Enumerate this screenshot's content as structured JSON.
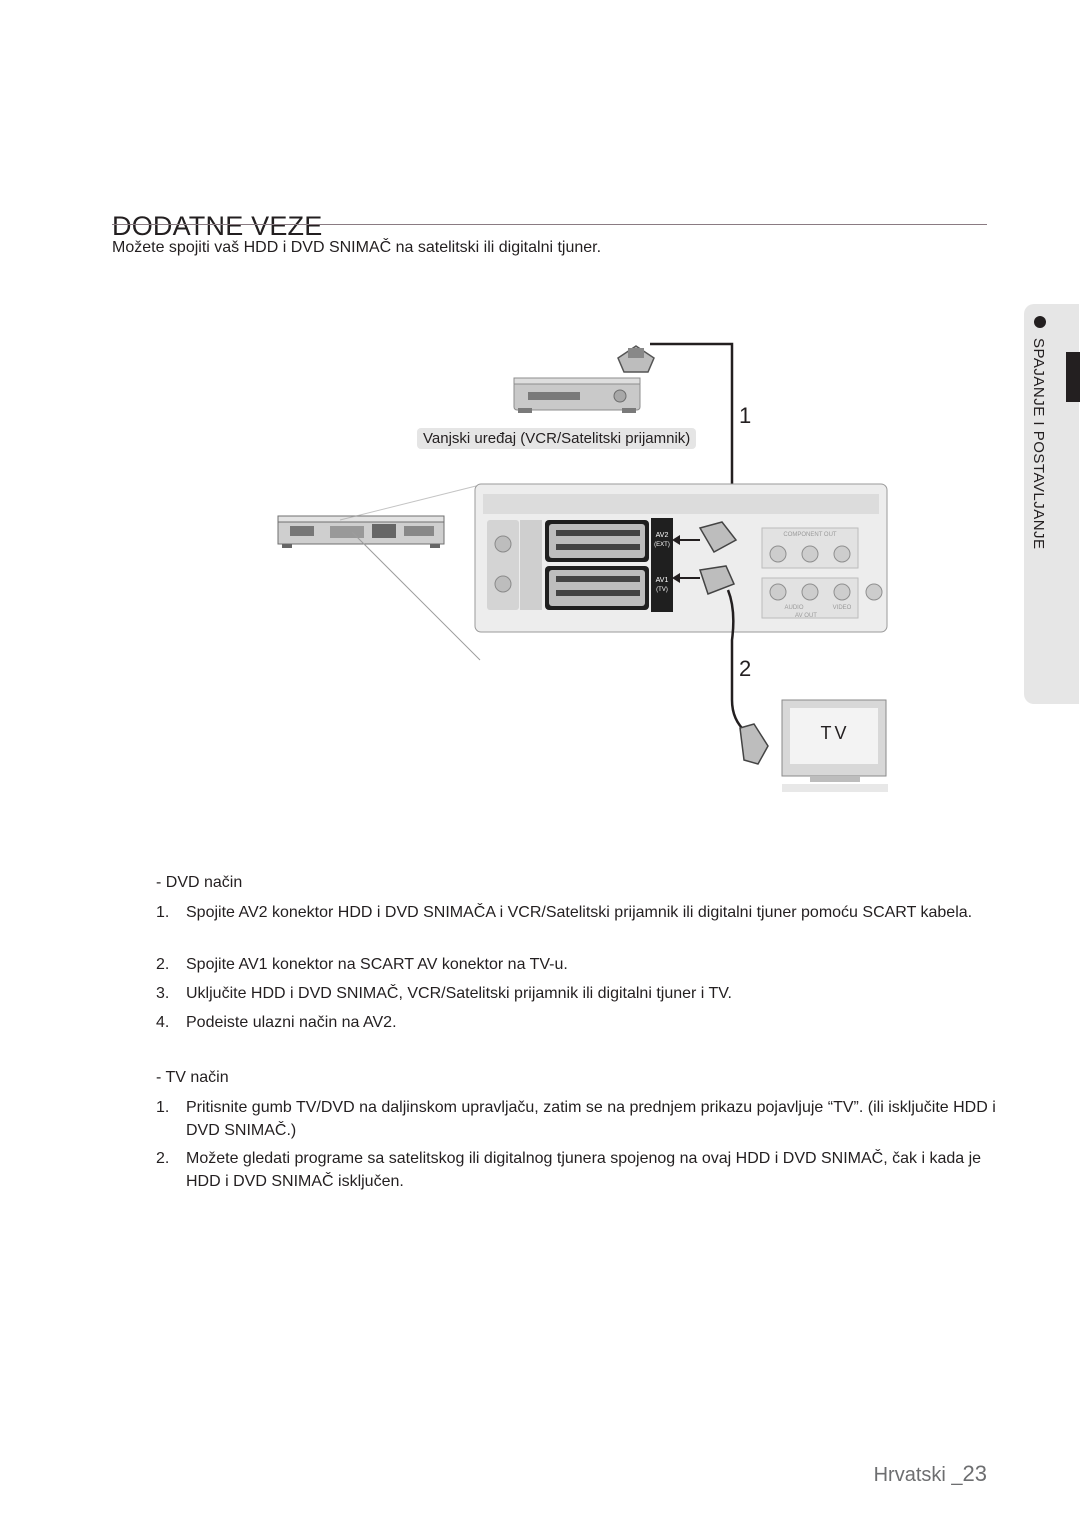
{
  "header": {
    "title": "DODATNE VEZE",
    "intro": "Možete spojiti vaš HDD i DVD SNIMAČ na satelitski ili digitalni tjuner."
  },
  "side_tab": {
    "label": "SPAJANJE I POSTAVLJANJE"
  },
  "diagram": {
    "external_device_label": "Vanjski uređaj (VCR/Satelitski prijamnik)",
    "step_1": "1",
    "step_2": "2",
    "tv_label": "TV",
    "av2_label": "AV2",
    "av2_sub": "(EXT)",
    "av1_label": "AV1",
    "av1_sub": "(TV)",
    "component_out": "COMPONENT OUT",
    "audio_label": "AUDIO",
    "video_label": "VIDEO",
    "av_out_label": "AV OUT"
  },
  "dvd_section": {
    "heading": "- DVD način",
    "items": [
      {
        "num": "1.",
        "text": "Spojite AV2 konektor HDD i DVD SNIMAČA i VCR/Satelitski prijamnik ili digitalni tjuner pomoću SCART kabela."
      },
      {
        "num": "2.",
        "text": "Spojite AV1 konektor na SCART AV konektor na TV-u."
      },
      {
        "num": "3.",
        "text": "Uključite HDD i DVD SNIMAČ, VCR/Satelitski prijamnik ili digitalni tjuner i TV."
      },
      {
        "num": "4.",
        "text": "Podeiste ulazni način na AV2."
      }
    ]
  },
  "tv_section": {
    "heading": "- TV način",
    "items": [
      {
        "num": "1.",
        "text": "Pritisnite gumb TV/DVD na daljinskom upravljaču, zatim se na prednjem prikazu pojavljuje “TV”. (ili isključite HDD i DVD SNIMAČ.)"
      },
      {
        "num": "2.",
        "text": "Možete gledati programe sa satelitskog ili digitalnog tjunera spojenog na ovaj HDD i DVD SNIMAČ, čak i kada je HDD i DVD SNIMAČ isključen."
      }
    ]
  },
  "footer": {
    "language": "Hrvatski _",
    "page": "23"
  }
}
